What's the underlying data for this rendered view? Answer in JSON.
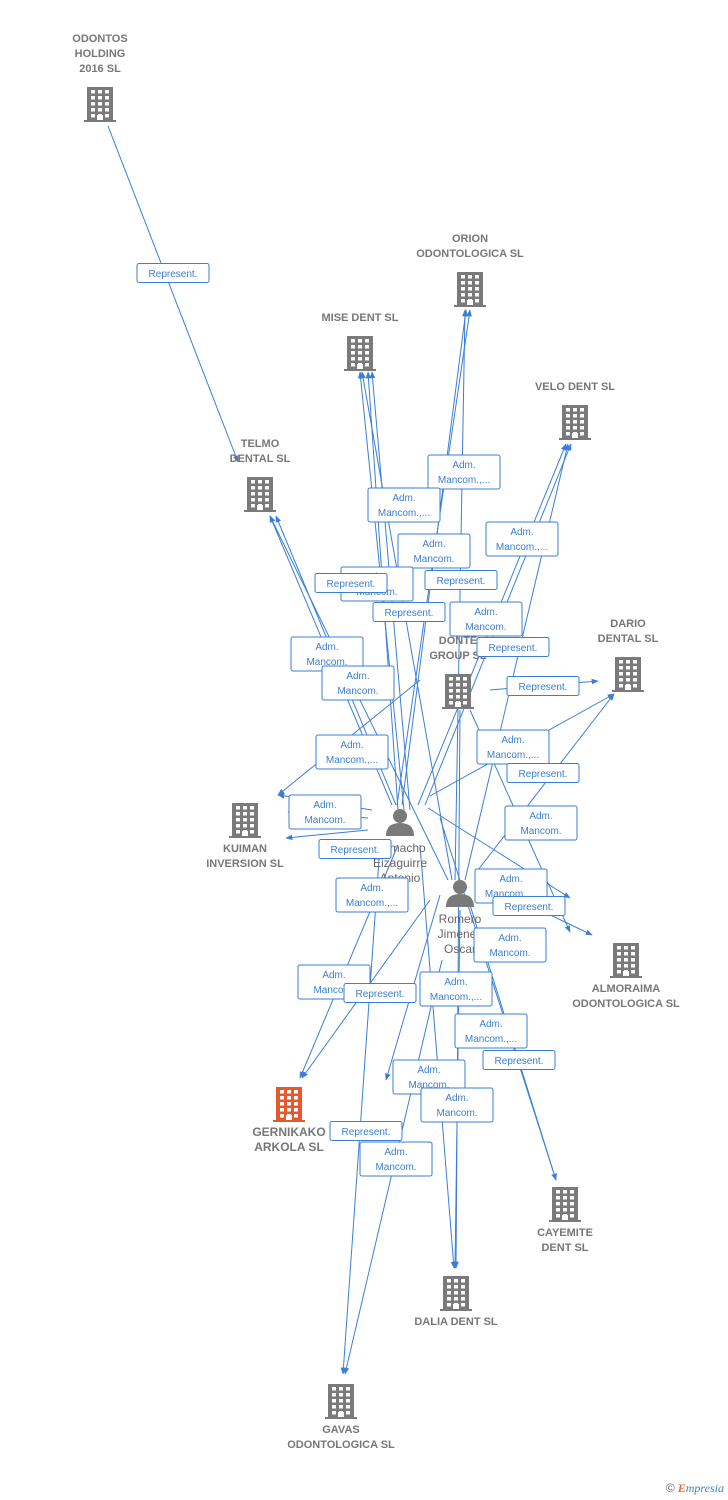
{
  "colors": {
    "edge": "#3a7fd5",
    "building": "#7a7a7a",
    "main_building": "#e8572c",
    "person": "#7a7a7a"
  },
  "nodes": [
    {
      "id": "odontos",
      "kind": "company",
      "lines": [
        "ODONTOS",
        "HOLDING",
        "2016  SL"
      ],
      "label_pos": "above"
    },
    {
      "id": "orion",
      "kind": "company",
      "lines": [
        "ORION",
        "ODONTOLOGICA SL"
      ],
      "label_pos": "above"
    },
    {
      "id": "mise",
      "kind": "company",
      "lines": [
        "MISE DENT SL"
      ],
      "label_pos": "above"
    },
    {
      "id": "velo",
      "kind": "company",
      "lines": [
        "VELO DENT SL"
      ],
      "label_pos": "above"
    },
    {
      "id": "telmo",
      "kind": "company",
      "lines": [
        "TELMO",
        "DENTAL SL"
      ],
      "label_pos": "above"
    },
    {
      "id": "dario",
      "kind": "company",
      "lines": [
        "DARIO",
        "DENTAL SL"
      ],
      "label_pos": "above"
    },
    {
      "id": "donte",
      "kind": "company",
      "lines": [
        "DONTE",
        "GROUP  SL"
      ],
      "label_pos": "above"
    },
    {
      "id": "kuiman",
      "kind": "company",
      "lines": [
        "KUIMAN",
        "INVERSION SL"
      ],
      "label_pos": "below"
    },
    {
      "id": "almoraima",
      "kind": "company",
      "lines": [
        "ALMORAIMA",
        "ODONTOLOGICA SL"
      ],
      "label_pos": "below"
    },
    {
      "id": "gernikako",
      "kind": "main",
      "lines": [
        "GERNIKAKO",
        "ARKOLA  SL"
      ],
      "label_pos": "below"
    },
    {
      "id": "cayemite",
      "kind": "company",
      "lines": [
        "CAYEMITE",
        "DENT SL"
      ],
      "label_pos": "below"
    },
    {
      "id": "dalia",
      "kind": "company",
      "lines": [
        "DALIA DENT SL"
      ],
      "label_pos": "below"
    },
    {
      "id": "gavas",
      "kind": "company",
      "lines": [
        "GAVAS",
        "ODONTOLOGICA SL"
      ],
      "label_pos": "below"
    },
    {
      "id": "person1",
      "kind": "person",
      "lines": [
        "Camacho",
        "Eizaguirre",
        "Antonio"
      ],
      "label_pos": "below"
    },
    {
      "id": "person2",
      "kind": "person",
      "lines": [
        "Romero",
        "Jimenez",
        "Oscar"
      ],
      "label_pos": "below"
    }
  ],
  "edge_labels": [
    {
      "lines": [
        "Represent."
      ]
    },
    {
      "lines": [
        "Adm.",
        "Mancom.,..."
      ]
    },
    {
      "lines": [
        "Adm.",
        "Mancom.,..."
      ]
    },
    {
      "lines": [
        "Adm.",
        "Mancom."
      ]
    },
    {
      "lines": [
        "Adm.",
        "Mancom.,..."
      ]
    },
    {
      "lines": [
        "Adm.",
        "Mancom."
      ]
    },
    {
      "lines": [
        "Adm.",
        "Mancom."
      ]
    },
    {
      "lines": [
        "Represent."
      ]
    },
    {
      "lines": [
        "Represent."
      ]
    },
    {
      "lines": [
        "Adm.",
        "Mancom."
      ]
    },
    {
      "lines": [
        "Represent."
      ]
    },
    {
      "lines": [
        "Adm.",
        "Mancom."
      ]
    },
    {
      "lines": [
        "Represent."
      ]
    },
    {
      "lines": [
        "Adm.",
        "Mancom.,..."
      ]
    },
    {
      "lines": [
        "Adm.",
        "Mancom.,..."
      ]
    },
    {
      "lines": [
        "Adm.",
        "Mancom."
      ]
    },
    {
      "lines": [
        "Represent."
      ]
    },
    {
      "lines": [
        "Adm.",
        "Mancom."
      ]
    },
    {
      "lines": [
        "Represent."
      ]
    },
    {
      "lines": [
        "Adm.",
        "Mancom.,..."
      ]
    },
    {
      "lines": [
        "Adm.",
        "Mancom.,..."
      ]
    },
    {
      "lines": [
        "Adm.",
        "Mancom."
      ]
    },
    {
      "lines": [
        "Represent."
      ]
    },
    {
      "lines": [
        "Adm.",
        "Mancom.,..."
      ]
    },
    {
      "lines": [
        "Adm.",
        "Mancom."
      ]
    },
    {
      "lines": [
        "Represent."
      ]
    },
    {
      "lines": [
        "Adm.",
        "Mancom.,..."
      ]
    },
    {
      "lines": [
        "Adm.",
        "Mancom."
      ]
    },
    {
      "lines": [
        "Represent."
      ]
    },
    {
      "lines": [
        "Adm.",
        "Mancom."
      ]
    },
    {
      "lines": [
        "Represent."
      ]
    },
    {
      "lines": [
        "Adm.",
        "Mancom."
      ]
    },
    {
      "lines": [
        "Represent."
      ]
    }
  ],
  "copyright": {
    "symbol": "©",
    "brand_initial": "E",
    "brand_rest": "mpresia"
  }
}
